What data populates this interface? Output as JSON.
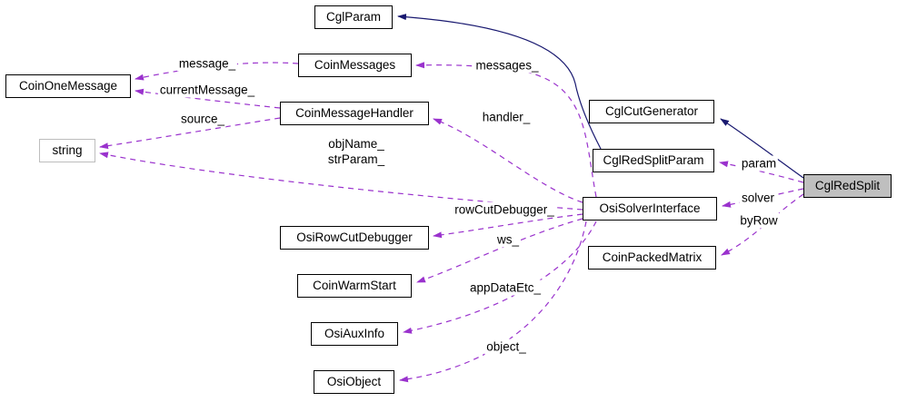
{
  "diagram": {
    "colors": {
      "inheritance": "#191970",
      "usage": "#9a32cd",
      "node_border": "#000000",
      "external_border": "#bdbdbd",
      "highlight_fill": "#bfbfbf"
    },
    "nodes": {
      "cglparam": {
        "label": "CglParam"
      },
      "coinmessages": {
        "label": "CoinMessages"
      },
      "coinonemessage": {
        "label": "CoinOneMessage"
      },
      "coinmessagehandler": {
        "label": "CoinMessageHandler"
      },
      "string": {
        "label": "string"
      },
      "cglcutgenerator": {
        "label": "CglCutGenerator"
      },
      "cglredsplitparam": {
        "label": "CglRedSplitParam"
      },
      "cglredsplit": {
        "label": "CglRedSplit"
      },
      "osisolverinterface": {
        "label": "OsiSolverInterface"
      },
      "osirowcutdebugger": {
        "label": "OsiRowCutDebugger"
      },
      "coinpackedmatrix": {
        "label": "CoinPackedMatrix"
      },
      "coinwarmstart": {
        "label": "CoinWarmStart"
      },
      "osiauxinfo": {
        "label": "OsiAuxInfo"
      },
      "osiobject": {
        "label": "OsiObject"
      }
    },
    "edge_labels": {
      "message": "message_",
      "current_message": "currentMessage_",
      "source": "source_",
      "messages": "messages_",
      "handler": "handler_",
      "obj_name": "objName_",
      "str_param": "strParam_",
      "row_cut_debugger": "rowCutDebugger_",
      "ws": "ws_",
      "app_data_etc": "appDataEtc_",
      "object": "object_",
      "param": "param",
      "solver": "solver",
      "by_row": "byRow"
    }
  }
}
